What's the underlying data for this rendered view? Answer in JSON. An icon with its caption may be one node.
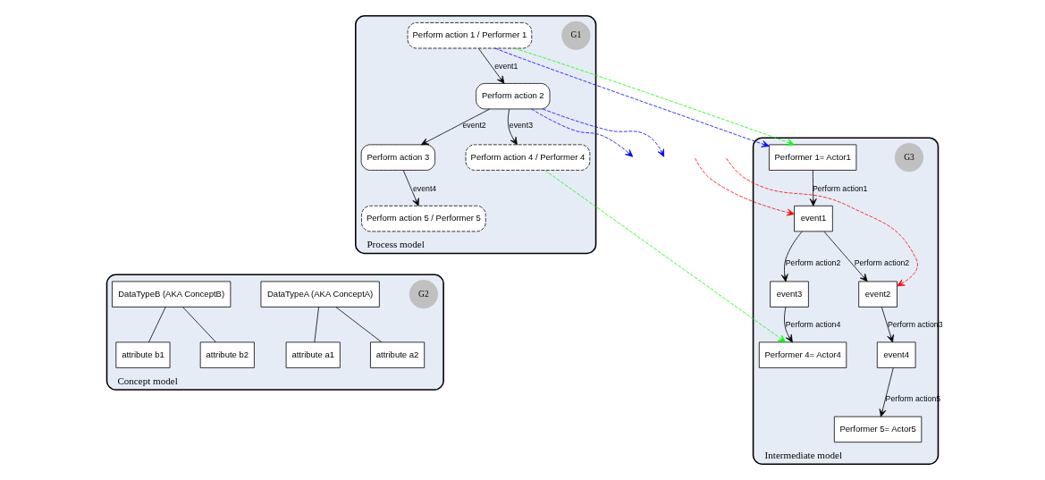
{
  "diagram": {
    "nodes": [
      {
        "text": [
          "Process model"
        ]
      },
      {
        "text": [
          "G1"
        ],
        "in": 0
      },
      {
        "text": [
          "Perform action 1 / Performer 1"
        ],
        "in": 0
      },
      {
        "text": [
          "Perform action 2"
        ],
        "in": 0
      },
      {
        "text": [
          "Perform action 3"
        ],
        "in": 0
      },
      {
        "text": [
          "Perform action 4 / Performer 4"
        ],
        "in": 0
      },
      {
        "text": [
          "Perform action 5 / Performer 5"
        ],
        "in": 0
      },
      {
        "text": [
          "Concept model"
        ]
      },
      {
        "text": [
          "G2"
        ],
        "in": 7
      },
      {
        "text": [
          "DataTypeA (AKA ConceptA)"
        ],
        "in": 7
      },
      {
        "text": [
          "attribute a1"
        ],
        "in": 7
      },
      {
        "text": [
          "attribute a2"
        ],
        "in": 7
      },
      {
        "text": [
          "DataTypeB (AKA ConceptB)"
        ],
        "in": 7
      },
      {
        "text": [
          "attribute b1"
        ],
        "in": 7
      },
      {
        "text": [
          "attribute b2"
        ],
        "in": 7
      },
      {
        "text": [
          "Intermediate model"
        ]
      },
      {
        "text": [
          "G3"
        ],
        "in": 15
      },
      {
        "text": [
          "Performer 1= Actor1"
        ],
        "in": 15
      },
      {
        "text": [
          "event1"
        ],
        "in": 15
      },
      {
        "text": [
          "event2"
        ],
        "in": 15
      },
      {
        "text": [
          "event3"
        ],
        "in": 15
      },
      {
        "text": [
          "event4"
        ],
        "in": 15
      },
      {
        "text": [
          "Performer 4= Actor4"
        ],
        "in": 15
      },
      {
        "text": [
          "Performer 5= Actor5"
        ],
        "in": 15
      }
    ],
    "edges": [
      {
        "from": 2,
        "to": 3,
        "arrow": "to",
        "label": "event1"
      },
      {
        "from": 3,
        "to": 4,
        "arrow": "to",
        "label": "event2"
      },
      {
        "from": 3,
        "to": 5,
        "arrow": "to",
        "label": "event3"
      },
      {
        "from": 4,
        "to": 6,
        "arrow": "to",
        "label": "event4"
      },
      {
        "from": 9,
        "to": 10,
        "arrow": "none"
      },
      {
        "from": 9,
        "to": 11,
        "arrow": "none"
      },
      {
        "from": 12,
        "to": 13,
        "arrow": "none"
      },
      {
        "from": 12,
        "to": 14,
        "arrow": "none"
      },
      {
        "from": 17,
        "to": 18,
        "arrow": "to",
        "label": "Perform action1"
      },
      {
        "from": 18,
        "to": 19,
        "arrow": "to",
        "label": "Perform action2"
      },
      {
        "from": 18,
        "to": 20,
        "arrow": "to",
        "label": "Perform action2"
      },
      {
        "from": 19,
        "to": 21,
        "arrow": "to",
        "label": "Perform action3"
      },
      {
        "from": 20,
        "to": 22,
        "arrow": "to",
        "label": "Perform action4"
      },
      {
        "from": 21,
        "to": 23,
        "arrow": "to",
        "label": "Perform action5"
      },
      {
        "from": 2,
        "to": 17,
        "arrow": "to",
        "style": "dashed",
        "color": "#0000ff"
      },
      {
        "from": 2,
        "to": 17,
        "arrow": "to",
        "style": "dashed",
        "color": "#00ff00"
      },
      {
        "from": null,
        "to": 18,
        "arrow": "to",
        "style": "dashed",
        "color": "#ff0000"
      },
      {
        "from": null,
        "to": 19,
        "arrow": "to",
        "style": "dashed",
        "color": "#ff0000"
      },
      {
        "from": 3,
        "to": null,
        "arrow": "to",
        "style": "dashed",
        "color": "#0000ff"
      },
      {
        "from": 3,
        "to": null,
        "arrow": "to",
        "style": "dashed",
        "color": "#0000ff"
      },
      {
        "from": 5,
        "to": 22,
        "arrow": "to",
        "style": "dashed",
        "color": "#00ff00"
      }
    ]
  }
}
